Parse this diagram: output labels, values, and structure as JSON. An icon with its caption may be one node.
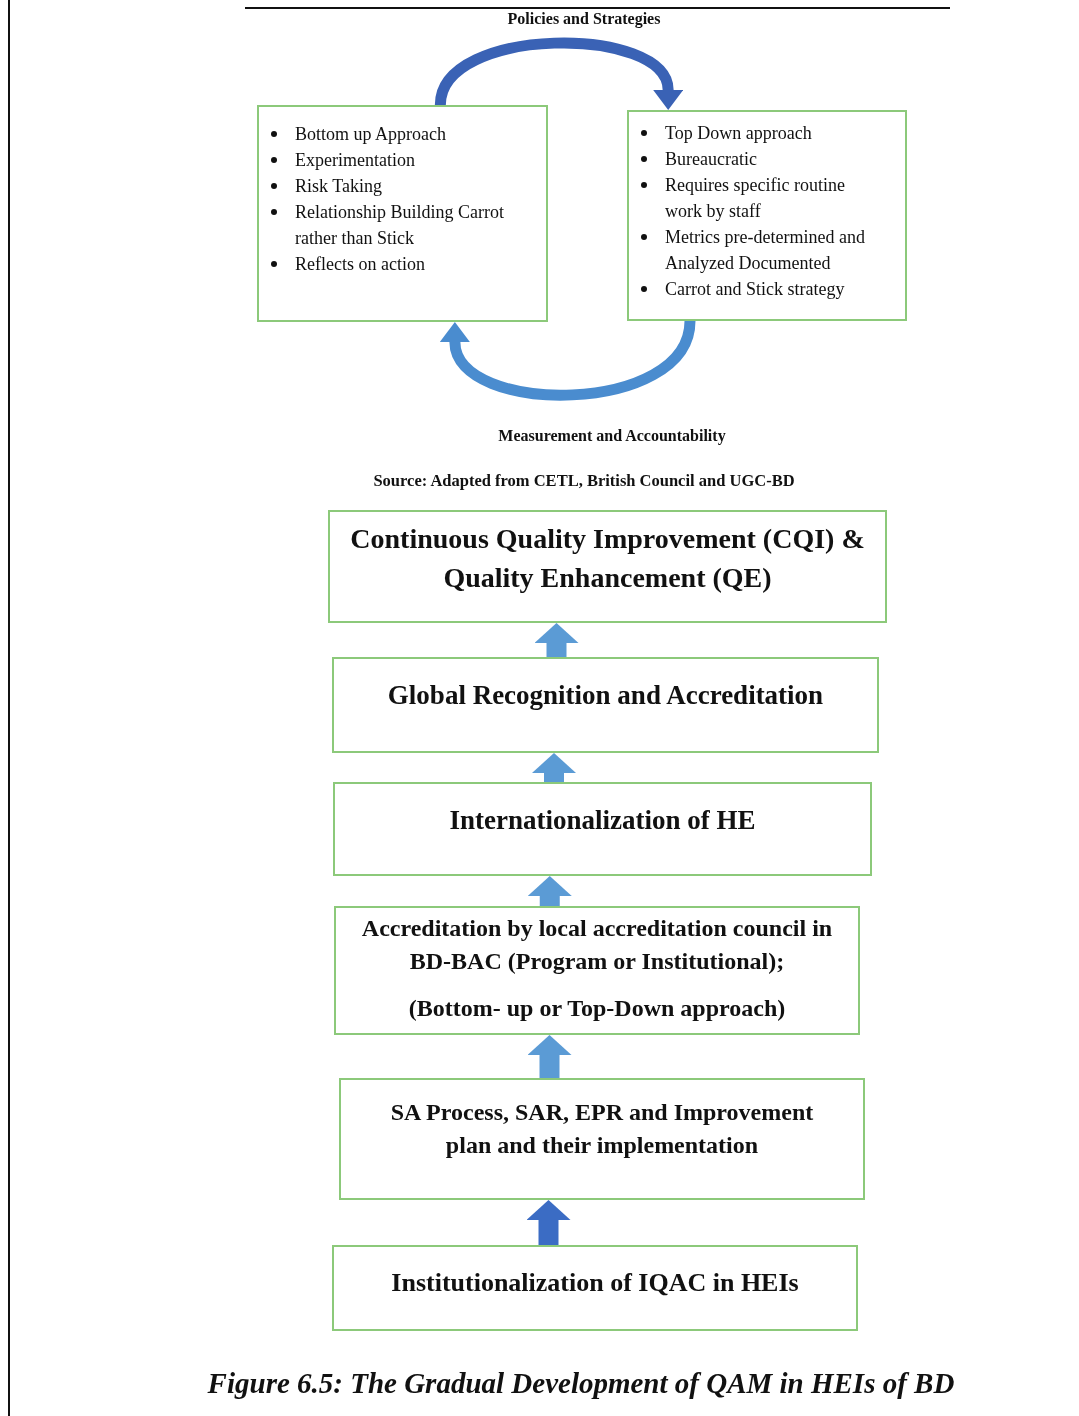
{
  "diagram": {
    "caption": "Figure 6.5: The Gradual Development of QAM in HEIs of BD",
    "nodes": [
      {
        "text": [
          "Bottom up Approach",
          "Experimentation",
          "Risk Taking",
          "Relationship Building Carrot rather than Stick",
          "Reflects on action"
        ]
      },
      {
        "text": [
          "Top Down approach",
          "Bureaucratic",
          "Requires specific routine work by staff",
          "Metrics pre-determined and Analyzed Documented",
          "Carrot and Stick strategy"
        ]
      },
      {
        "text": [
          "Continuous Quality Improvement (CQI) & Quality Enhancement (QE)"
        ]
      },
      {
        "text": [
          "Global Recognition and Accreditation"
        ]
      },
      {
        "text": [
          "Internationalization of HE"
        ]
      },
      {
        "text": [
          "Accreditation by local accreditation council in BD-BAC (Program or Institutional);",
          "(Bottom- up or Top-Down approach)"
        ]
      },
      {
        "text": [
          "SA Process, SAR, EPR and Improvement plan and their implementation"
        ]
      },
      {
        "text": [
          "Institutionalization of IQAC in HEIs"
        ]
      }
    ],
    "edges": [
      {
        "from": 0,
        "to": 1,
        "arrow": "to",
        "color": "#3a62b5"
      },
      {
        "from": 1,
        "to": 0,
        "arrow": "to",
        "color": "#4a8ccf"
      },
      {
        "from": 7,
        "to": 6,
        "arrow": "to",
        "color": "#3b6cc4"
      },
      {
        "from": 6,
        "to": 5,
        "arrow": "to"
      },
      {
        "from": 5,
        "to": 4,
        "arrow": "to"
      },
      {
        "from": 4,
        "to": 3,
        "arrow": "to"
      },
      {
        "from": 3,
        "to": 2,
        "arrow": "to"
      }
    ],
    "labels": [
      "Policies and Strategies",
      "Measurement and Accountability",
      "Source: Adapted from CETL, British Council and UGC-BD"
    ]
  }
}
